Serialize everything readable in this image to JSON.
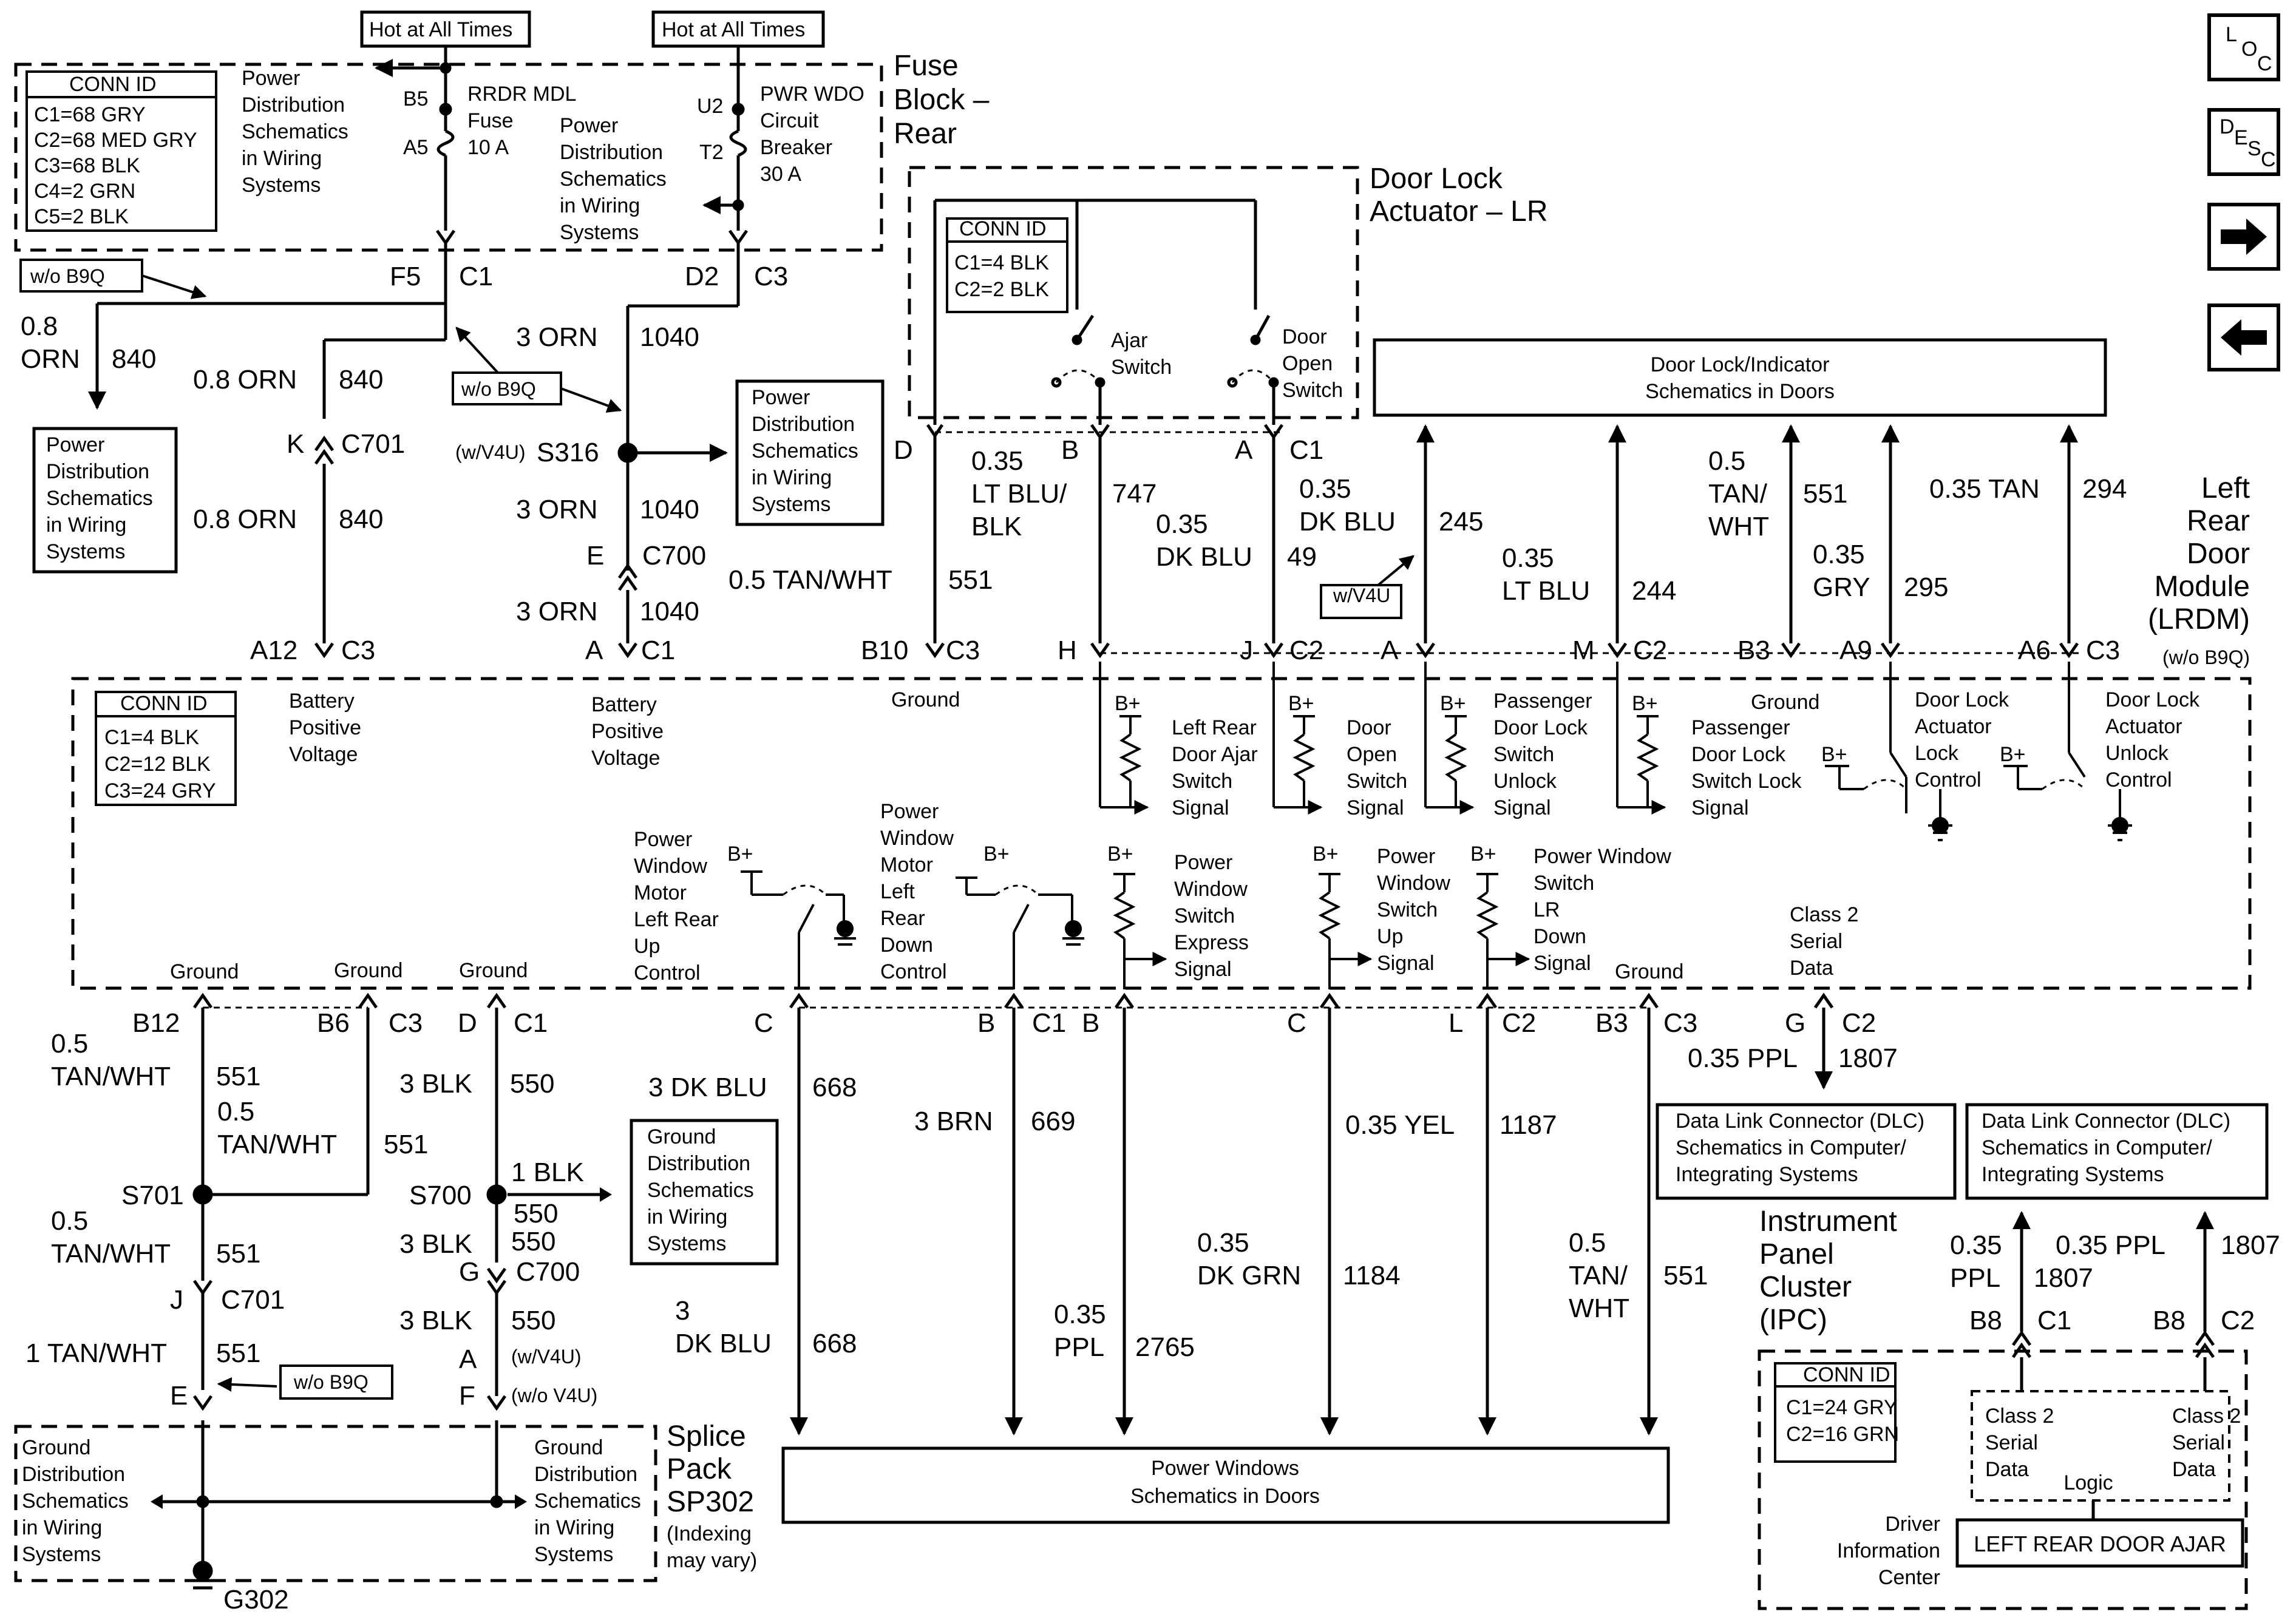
{
  "nav": {
    "loc": [
      "L",
      "O",
      "C"
    ],
    "desc": [
      "D",
      "E",
      "S",
      "C"
    ],
    "next_icon": "arrow-right-icon",
    "prev_icon": "arrow-left-icon"
  },
  "fuse_block": {
    "hot1": "Hot at All Times",
    "hot2": "Hot at All Times",
    "name": [
      "Fuse",
      "Block –",
      "Rear"
    ],
    "conn_title": "CONN ID",
    "conn_lines": [
      "C1=68 GRY",
      "C2=68 MED GRY",
      "C3=68 BLK",
      "C4=2 GRN",
      "C5=2 BLK"
    ],
    "pd1": [
      "Power",
      "Distribution",
      "Schematics",
      "in Wiring",
      "Systems"
    ],
    "pd2": [
      "Power",
      "Distribution",
      "Schematics",
      "in Wiring",
      "Systems"
    ],
    "fuse_pins": [
      "B5",
      "A5"
    ],
    "fuse_label": [
      "RRDR MDL",
      "Fuse",
      "10 A"
    ],
    "cb_pins": [
      "U2",
      "T2"
    ],
    "cb_label": [
      "PWR WDO",
      "Circuit",
      "Breaker",
      "30 A"
    ]
  },
  "upper_wires": {
    "f5": "F5",
    "c1": "C1",
    "d2": "D2",
    "c3": "C3",
    "wob9q_1": "w/o B9Q",
    "wob9q_2": "w/o B9Q",
    "wv4u": "w/V4U",
    "orn_left": [
      "0.8",
      "ORN",
      "840"
    ],
    "pd_left": [
      "Power",
      "Distribution",
      "Schematics",
      "in Wiring",
      "Systems"
    ],
    "w840a": [
      "0.8 ORN",
      "840"
    ],
    "k": "K",
    "c701": "C701",
    "w840b": [
      "0.8 ORN",
      "840"
    ],
    "w1040a": [
      "3 ORN",
      "1040"
    ],
    "s316": "S316",
    "wv4u_s316": "(w/V4U)",
    "pd_mid": [
      "Power",
      "Distribution",
      "Schematics",
      "in Wiring",
      "Systems"
    ],
    "w1040b": [
      "3 ORN",
      "1040"
    ],
    "e": "E",
    "c700": "C700",
    "w1040c": [
      "3 ORN",
      "1040"
    ],
    "a12": "A12",
    "c3b": "C3",
    "a": "A",
    "c1b": "C1"
  },
  "door_lock": {
    "name": [
      "Door Lock",
      "Actuator – LR"
    ],
    "conn_title": "CONN ID",
    "conn_lines": [
      "C1=4 BLK",
      "C2=2 BLK"
    ],
    "ajar": [
      "Ajar",
      "Switch"
    ],
    "door_open": [
      "Door",
      "Open",
      "Switch"
    ],
    "indicator": [
      "Door Lock/Indicator",
      "Schematics in Doors"
    ],
    "pins_top": [
      "D",
      "B",
      "A",
      "C1"
    ],
    "w551": [
      "0.5 TAN/WHT",
      "551"
    ],
    "w747": [
      "0.35",
      "LT BLU/",
      "BLK",
      "747"
    ],
    "w49": [
      "0.35",
      "DK BLU",
      "49"
    ],
    "w245": [
      "0.35",
      "DK BLU",
      "245"
    ],
    "w244": [
      "0.35",
      "LT BLU",
      "244"
    ],
    "w551b": [
      "0.5",
      "TAN/",
      "WHT",
      "551"
    ],
    "w295": [
      "0.35",
      "GRY",
      "295"
    ],
    "w294": [
      "0.35 TAN",
      "294"
    ]
  },
  "lrdm": {
    "name": [
      "Left",
      "Rear",
      "Door",
      "Module",
      "(LRDM)",
      "(w/o B9Q)"
    ],
    "conn_title": "CONN ID",
    "conn_lines": [
      "C1=4 BLK",
      "C2=12 BLK",
      "C3=24 GRY"
    ],
    "top_pins": [
      "B10",
      "C3",
      "H",
      "J",
      "C2",
      "A",
      "M",
      "C2",
      "B3",
      "A9",
      "A6",
      "C3"
    ],
    "bat1": [
      "Battery",
      "Positive",
      "Voltage"
    ],
    "bat2": [
      "Battery",
      "Positive",
      "Voltage"
    ],
    "ground_top": [
      "Ground",
      "Ground"
    ],
    "sig_ajar": [
      "Left Rear",
      "Door Ajar",
      "Switch",
      "Signal"
    ],
    "sig_open": [
      "Door",
      "Open",
      "Switch",
      "Signal"
    ],
    "sig_pass_unlock": [
      "Passenger",
      "Door Lock",
      "Switch",
      "Unlock",
      "Signal"
    ],
    "sig_pass_lock": [
      "Passenger",
      "Door Lock",
      "Switch Lock",
      "Signal"
    ],
    "sig_lock_ctrl": [
      "Door Lock",
      "Actuator",
      "Lock",
      "Control"
    ],
    "sig_unlock_ctrl": [
      "Door Lock",
      "Actuator",
      "Unlock",
      "Control"
    ],
    "bplus": "B+",
    "pw_up": [
      "Power",
      "Window",
      "Motor",
      "Left Rear",
      "Up",
      "Control"
    ],
    "pw_down": [
      "Power",
      "Window",
      "Motor",
      "Left",
      "Rear",
      "Down",
      "Control"
    ],
    "pw_express": [
      "Power",
      "Window",
      "Switch",
      "Express",
      "Signal"
    ],
    "pw_sw_up": [
      "Power",
      "Window",
      "Switch",
      "Up",
      "Signal"
    ],
    "pw_sw_down": [
      "Power Window",
      "Switch",
      "LR",
      "Down",
      "Signal"
    ],
    "class2": [
      "Class 2",
      "Serial",
      "Data"
    ],
    "grounds_bottom": [
      "Ground",
      "Ground",
      "Ground",
      "Ground"
    ]
  },
  "lower": {
    "pins": [
      "B12",
      "B6",
      "C3",
      "D",
      "C1",
      "C",
      "B",
      "C1",
      "B",
      "C",
      "L",
      "C2",
      "B3",
      "C3",
      "G",
      "C2"
    ],
    "w551a": [
      "0.5",
      "TAN/WHT",
      "551"
    ],
    "w551b": [
      "0.5",
      "TAN/WHT",
      "551"
    ],
    "s701": "S701",
    "w551c": [
      "0.5",
      "TAN/WHT",
      "551"
    ],
    "j": "J",
    "c701": "C701",
    "w551d": [
      "1 TAN/WHT",
      "551"
    ],
    "e": "E",
    "wob9q": "w/o B9Q",
    "w550a": [
      "3 BLK",
      "550"
    ],
    "s700": "S700",
    "w550b": [
      "1 BLK",
      "550"
    ],
    "w550c": [
      "3 BLK",
      "550"
    ],
    "g": "G",
    "c700": "C700",
    "w550d": [
      "3 BLK",
      "550"
    ],
    "a": "A",
    "wv4u": "(w/V4U)",
    "f": "F",
    "wov4u": "(w/o V4U)",
    "gnd_dist": [
      "Ground",
      "Distribution",
      "Schematics",
      "in Wiring",
      "Systems"
    ],
    "w668a": [
      "3 DK BLU",
      "668"
    ],
    "w668b": [
      "3",
      "DK BLU",
      "668"
    ],
    "w669": [
      "3 BRN",
      "669"
    ],
    "w2765": [
      "0.35",
      "PPL",
      "2765"
    ],
    "w1184": [
      "0.35",
      "DK GRN",
      "1184"
    ],
    "w1187": [
      "0.35 YEL",
      "1187"
    ],
    "w551e": [
      "0.5",
      "TAN/",
      "WHT",
      "551"
    ],
    "w1807": [
      "0.35 PPL",
      "1807"
    ],
    "power_windows": [
      "Power Windows",
      "Schematics in Doors"
    ],
    "dlc1": [
      "Data Link Connector (DLC)",
      "Schematics in Computer/",
      "Integrating Systems"
    ],
    "dlc2": [
      "Data Link Connector (DLC)",
      "Schematics in Computer/",
      "Integrating Systems"
    ]
  },
  "splice": {
    "name": [
      "Splice",
      "Pack",
      "SP302",
      "(Indexing",
      "may vary)"
    ],
    "gd_left": [
      "Ground",
      "Distribution",
      "Schematics",
      "in Wiring",
      "Systems"
    ],
    "gd_right": [
      "Ground",
      "Distribution",
      "Schematics",
      "in Wiring",
      "Systems"
    ],
    "g302": "G302"
  },
  "ipc": {
    "name": [
      "Instrument",
      "Panel",
      "Cluster",
      "(IPC)"
    ],
    "w1807a": [
      "0.35",
      "PPL",
      "1807"
    ],
    "w1807b": [
      "0.35 PPL",
      "1807"
    ],
    "pins": [
      "B8",
      "C1",
      "B8",
      "C2"
    ],
    "conn_title": "CONN ID",
    "conn_lines": [
      "C1=24 GRY",
      "C2=16 GRN"
    ],
    "class2a": [
      "Class 2",
      "Serial",
      "Data"
    ],
    "class2b": [
      "Class 2",
      "Serial",
      "Data"
    ],
    "logic": "Logic",
    "dic": [
      "Driver",
      "Information",
      "Center"
    ],
    "door_ajar": "LEFT REAR DOOR AJAR"
  }
}
